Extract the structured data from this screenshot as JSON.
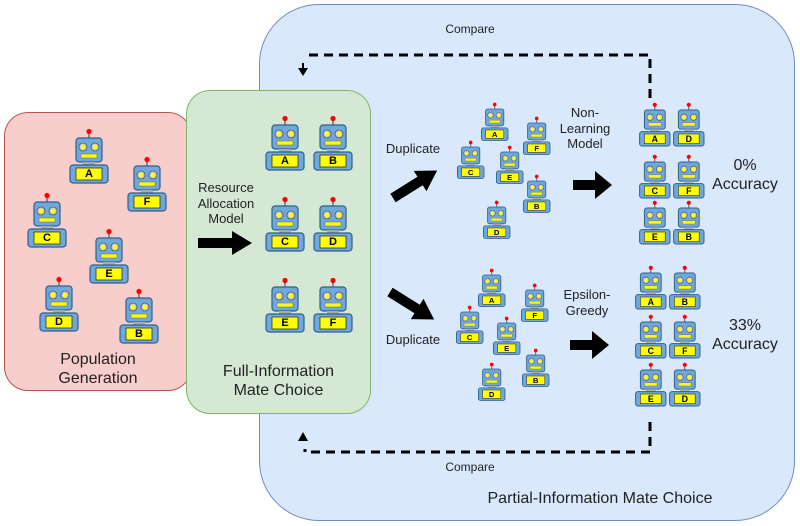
{
  "colors": {
    "population_panel_fill": "#f8cecc",
    "population_panel_border": "#b85450",
    "full_info_panel_fill": "#d5e8d4",
    "full_info_panel_border": "#82b366",
    "partial_info_panel_fill": "#dae8fc",
    "partial_info_panel_border": "#6c8ebf",
    "robot_body": "#6fa8dc",
    "robot_outline": "#2f5f8a",
    "robot_plate": "#ffff00",
    "robot_antenna": "#ff0000",
    "arrow": "#000000"
  },
  "panels": {
    "population": {
      "title": "Population\nGeneration"
    },
    "full_information": {
      "title": "Full-Information\nMate Choice"
    },
    "partial_information": {
      "title": "Partial-Information Mate Choice"
    }
  },
  "labels": {
    "resource_allocation": "Resource\nAllocation\nModel",
    "duplicate_top": "Duplicate",
    "duplicate_bottom": "Duplicate",
    "non_learning": "Non-\nLearning\nModel",
    "epsilon_greedy": "Epsilon-\nGreedy",
    "accuracy_top": "0%\nAccuracy",
    "accuracy_bottom": "33%\nAccuracy",
    "compare_top": "Compare",
    "compare_bottom": "Compare"
  },
  "icons": {
    "robot": "robot-icon",
    "arrow": "arrow-right-icon",
    "compare_loop": "dashed-arrow-icon"
  },
  "robot_groups": {
    "population": [
      "A",
      "F",
      "C",
      "E",
      "D",
      "B"
    ],
    "full_information": [
      "A",
      "B",
      "C",
      "D",
      "E",
      "F"
    ],
    "non_learning_duplicates": [
      "A",
      "F",
      "C",
      "E",
      "B",
      "D"
    ],
    "non_learning_result": [
      "A",
      "D",
      "C",
      "F",
      "E",
      "B"
    ],
    "epsilon_duplicates": [
      "A",
      "F",
      "C",
      "E",
      "B",
      "D"
    ],
    "epsilon_result": [
      "A",
      "B",
      "C",
      "F",
      "E",
      "D"
    ]
  }
}
